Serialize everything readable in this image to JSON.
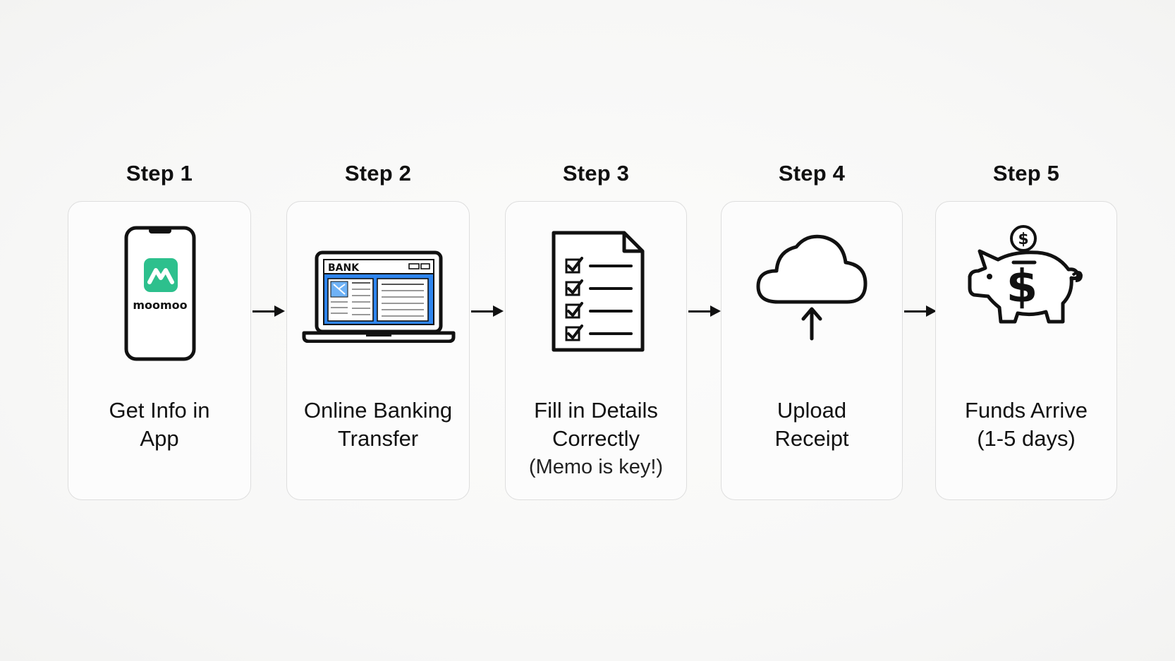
{
  "steps": [
    {
      "title": "Step 1",
      "label_lines": [
        "Get Info in",
        "App"
      ],
      "icon": "phone-app-icon",
      "logo_text": "moomoo"
    },
    {
      "title": "Step 2",
      "label_lines": [
        "Online Banking",
        "Transfer"
      ],
      "icon": "laptop-bank-icon",
      "screen_text": "BANK"
    },
    {
      "title": "Step 3",
      "label_lines": [
        "Fill in Details",
        "Correctly"
      ],
      "sub_label": "(Memo is key!)",
      "icon": "checklist-document-icon"
    },
    {
      "title": "Step 4",
      "label_lines": [
        "Upload",
        "Receipt"
      ],
      "icon": "cloud-upload-icon"
    },
    {
      "title": "Step 5",
      "label_lines": [
        "Funds Arrive",
        "(1-5 days)"
      ],
      "icon": "piggy-bank-icon",
      "coin_text": "$",
      "body_text": "$"
    }
  ],
  "colors": {
    "brand_green": "#2dc08d",
    "screen_blue": "#2f86f0",
    "ink": "#111111",
    "card_border": "#dedede"
  }
}
